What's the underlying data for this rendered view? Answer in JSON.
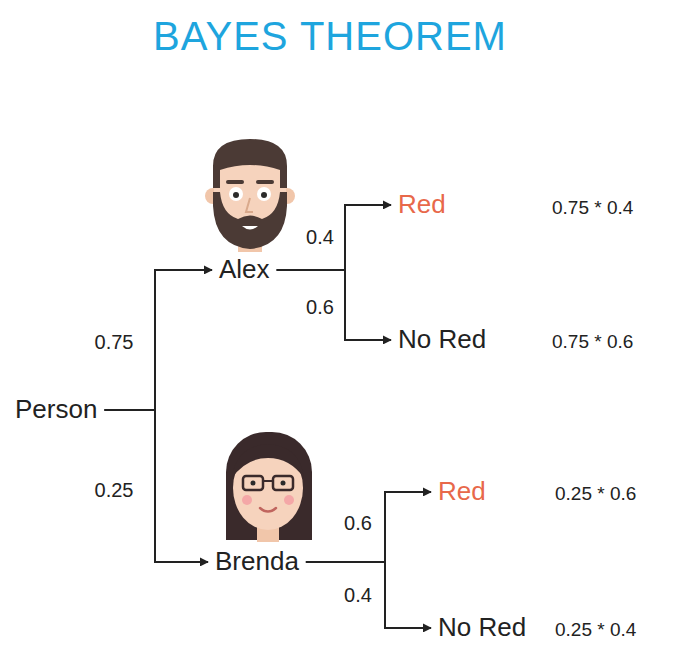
{
  "diagram": {
    "title": "BAYES THEOREM",
    "nodes": [
      {
        "text": [
          "Person"
        ]
      },
      {
        "text": [
          "Alex"
        ]
      },
      {
        "text": [
          "Red"
        ]
      },
      {
        "text": [
          "No Red"
        ]
      },
      {
        "text": [
          "Brenda"
        ]
      },
      {
        "text": [
          "Red"
        ]
      },
      {
        "text": [
          "No Red"
        ]
      }
    ],
    "edges": [
      {
        "from": 0,
        "to": 1,
        "arrow": "to",
        "label": "0.75"
      },
      {
        "from": 0,
        "to": 4,
        "arrow": "to",
        "label": "0.25"
      },
      {
        "from": 1,
        "to": 2,
        "arrow": "to",
        "label": "0.4"
      },
      {
        "from": 1,
        "to": 3,
        "arrow": "to",
        "label": "0.6"
      },
      {
        "from": 4,
        "to": 5,
        "arrow": "to",
        "label": "0.6"
      },
      {
        "from": 4,
        "to": 6,
        "arrow": "to",
        "label": "0.4"
      }
    ],
    "labels": [
      "0.75 * 0.4",
      "0.75 * 0.6",
      "0.25 * 0.6",
      "0.25 * 0.4"
    ]
  }
}
